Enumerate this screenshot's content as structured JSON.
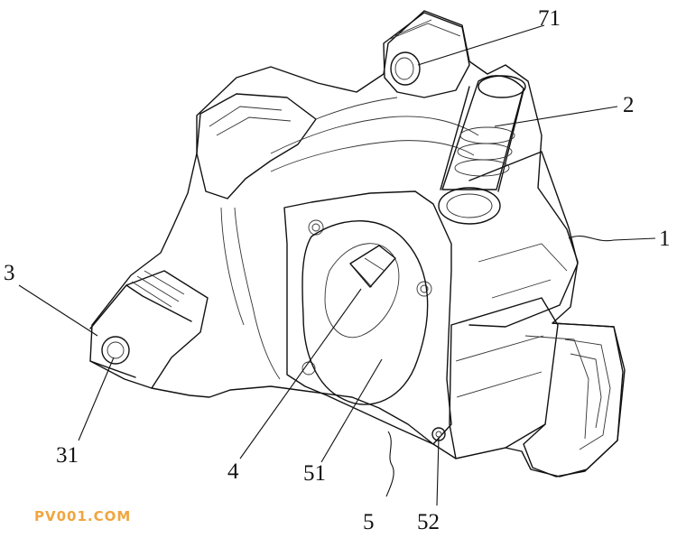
{
  "labels": {
    "l71": "71",
    "l2": "2",
    "l1": "1",
    "l3": "3",
    "l31": "31",
    "l4": "4",
    "l51": "51",
    "l5": "5",
    "l52": "52"
  },
  "watermark": "PV001.COM"
}
